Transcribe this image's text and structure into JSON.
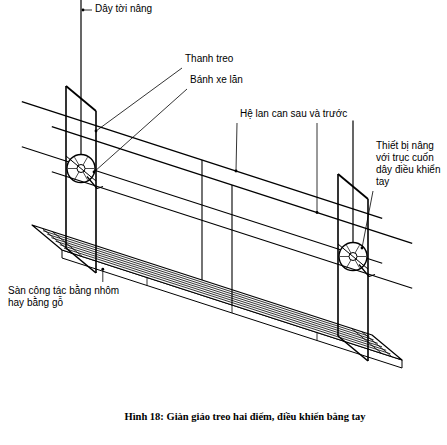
{
  "diagram": {
    "caption": "Hình 18: Giàn giáo treo hai điểm, điều khiển bằng tay",
    "labels": [
      "Dây tời nâng",
      "Thanh treo",
      "Bánh xe lăn",
      "Hệ lan can sau và trước",
      "Thiết bị nâng với trục cuốn dây điều khiển tay",
      "Sàn công tác bằng nhôm hay bằng gỗ"
    ]
  }
}
